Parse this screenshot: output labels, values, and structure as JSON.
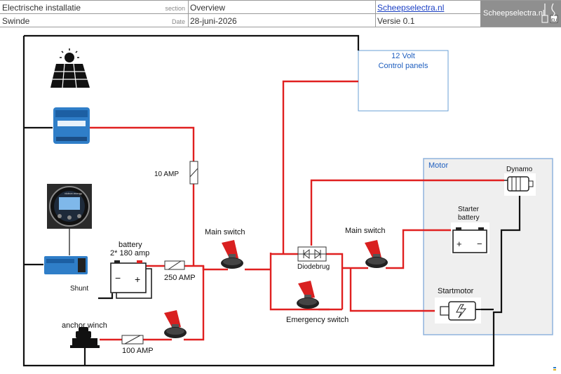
{
  "header": {
    "project_title": "Electrische installatie",
    "section_label": "section",
    "section_value": "Overview",
    "vessel_name": "Swinde",
    "date_label": "Date",
    "date_value": "28-juni-2026",
    "website": "Scheepselectra.nl",
    "version": "Versie 0.1",
    "logo_text": "Scheepselectra.nl"
  },
  "labels": {
    "control_panels_line1": "12 Volt",
    "control_panels_line2": "Control panels",
    "fuse_top": "10 AMP",
    "battery_line1": "battery",
    "battery_line2": "2* 180 amp",
    "fuse_main": "250 AMP",
    "shunt": "Shunt",
    "main_switch_left": "Main switch",
    "main_switch_right": "Main switch",
    "diodebrug": "Diodebrug",
    "emergency_switch": "Emergency switch",
    "anchor_winch": "anchor winch",
    "fuse_winch": "100 AMP",
    "motor_area": "Motor",
    "dynamo": "Dynamo",
    "starter_battery_line1": "Starter",
    "starter_battery_line2": "battery",
    "startmotor": "Startmotor",
    "monitor_brand": "victron energy"
  },
  "colors": {
    "positive_wire": "#e02020",
    "negative_wire": "#111111",
    "control_panel_border": "#6a9fd4",
    "motor_area_fill": "#efefef",
    "motor_area_border": "#8fb3dd",
    "switch_red": "#d92020"
  }
}
